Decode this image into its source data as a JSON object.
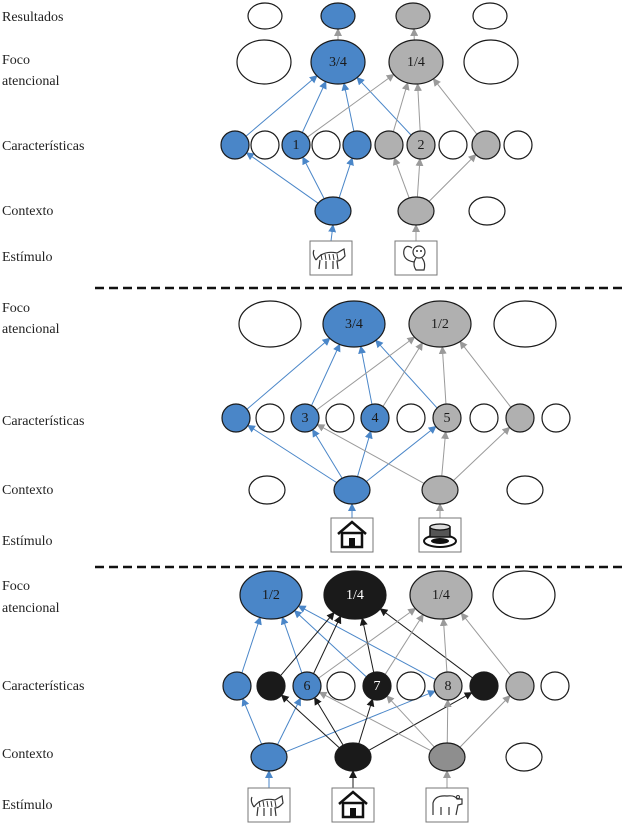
{
  "colors": {
    "blue": "#4a86c8",
    "gray": "#b0b0b0",
    "darkgray": "#8e8e8e",
    "black": "#1a1a1a",
    "white": "#ffffff",
    "blue_line": "#4a86c8",
    "gray_line": "#9a9a9a",
    "black_line": "#1a1a1a"
  },
  "icons": [
    "tiger-icon",
    "monkey-icon",
    "house-icon",
    "pot-icon",
    "bear-icon"
  ],
  "panels": [
    {
      "labels": {
        "resultados": "Resultados",
        "foco_line1": "Foco",
        "foco_line2": "atencional",
        "caracteristicas": "Características",
        "contexto": "Contexto",
        "estimulo": "Estímulo"
      },
      "results": [
        "white",
        "blue",
        "gray",
        "white"
      ],
      "focus": [
        {
          "fill": "white",
          "label": ""
        },
        {
          "fill": "blue",
          "label": "3/4"
        },
        {
          "fill": "gray",
          "label": "1/4"
        },
        {
          "fill": "white",
          "label": ""
        }
      ],
      "features": [
        {
          "fill": "blue",
          "label": ""
        },
        {
          "fill": "white",
          "label": ""
        },
        {
          "fill": "blue",
          "label": "1"
        },
        {
          "fill": "white",
          "label": ""
        },
        {
          "fill": "blue",
          "label": ""
        },
        {
          "fill": "gray",
          "label": ""
        },
        {
          "fill": "gray",
          "label": "2"
        },
        {
          "fill": "white",
          "label": ""
        },
        {
          "fill": "gray",
          "label": ""
        },
        {
          "fill": "white",
          "label": ""
        }
      ],
      "contexts": [
        "blue",
        "gray",
        "white"
      ],
      "stimuli": [
        "tiger-icon",
        "monkey-icon"
      ]
    },
    {
      "labels": {
        "foco_line1": "Foco",
        "foco_line2": "atencional",
        "caracteristicas": "Características",
        "contexto": "Contexto",
        "estimulo": "Estímulo"
      },
      "focus": [
        {
          "fill": "white",
          "label": ""
        },
        {
          "fill": "blue",
          "label": "3/4"
        },
        {
          "fill": "gray",
          "label": "1/2"
        },
        {
          "fill": "white",
          "label": ""
        }
      ],
      "features": [
        {
          "fill": "blue",
          "label": ""
        },
        {
          "fill": "white",
          "label": ""
        },
        {
          "fill": "blue",
          "label": "3"
        },
        {
          "fill": "white",
          "label": ""
        },
        {
          "fill": "blue",
          "label": "4"
        },
        {
          "fill": "white",
          "label": ""
        },
        {
          "fill": "gray",
          "label": "5"
        },
        {
          "fill": "white",
          "label": ""
        },
        {
          "fill": "gray",
          "label": ""
        },
        {
          "fill": "white",
          "label": ""
        }
      ],
      "contexts": [
        "white",
        "blue",
        "gray",
        "white"
      ],
      "stimuli": [
        "house-icon",
        "pot-icon"
      ]
    },
    {
      "labels": {
        "foco_line1": "Foco",
        "foco_line2": "atencional",
        "caracteristicas": "Características",
        "contexto": "Contexto",
        "estimulo": "Estímulo"
      },
      "focus": [
        {
          "fill": "blue",
          "label": "1/2"
        },
        {
          "fill": "black",
          "label": "1/4"
        },
        {
          "fill": "gray",
          "label": "1/4"
        },
        {
          "fill": "white",
          "label": ""
        }
      ],
      "features": [
        {
          "fill": "blue",
          "label": ""
        },
        {
          "fill": "black",
          "label": ""
        },
        {
          "fill": "blue",
          "label": "6"
        },
        {
          "fill": "white",
          "label": ""
        },
        {
          "fill": "black",
          "label": "7"
        },
        {
          "fill": "white",
          "label": ""
        },
        {
          "fill": "gray",
          "label": "8"
        },
        {
          "fill": "black",
          "label": ""
        },
        {
          "fill": "gray",
          "label": ""
        },
        {
          "fill": "white",
          "label": ""
        }
      ],
      "contexts": [
        "blue",
        "black",
        "darkgray",
        "white"
      ],
      "stimuli": [
        "tiger-icon",
        "house-icon",
        "bear-icon"
      ]
    }
  ]
}
